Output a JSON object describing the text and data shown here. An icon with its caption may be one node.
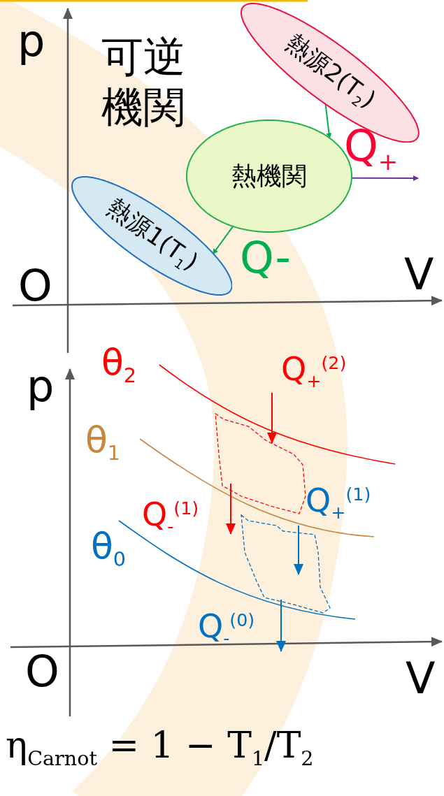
{
  "diagram": {
    "title": "可逆機関",
    "nodes": [
      {
        "text": [
          "熱源2(T$_{2}$)"
        ]
      },
      {
        "text": [
          "熱機関"
        ]
      },
      {
        "text": [
          "熱源1(T$_{1}$)"
        ]
      }
    ],
    "edges": [
      {
        "from": 0,
        "to": 1,
        "arrow": "to",
        "label": "Q$_{+}$",
        "color": "#00b050"
      },
      {
        "from": 1,
        "to": 2,
        "arrow": "to",
        "label": "Q-",
        "color": "#00b050"
      },
      {
        "from": 1,
        "to": null,
        "arrow": "to",
        "color": "#7030a0"
      }
    ],
    "labels": [
      "p",
      "O",
      "V",
      "θ$_{2}$",
      "Q$_{+}$$^{(2)}$",
      "p",
      "θ$_{1}$",
      "Q$_{-}$$^{(1)}$",
      "Q$_{+}$$^{(1)}$",
      "θ$_{0}$",
      "Q$_{-}$$^{(0)}$",
      "O",
      "V",
      "η$_{Carnot}$ = 1 − T$_{1}$/T$_{2}$"
    ]
  }
}
